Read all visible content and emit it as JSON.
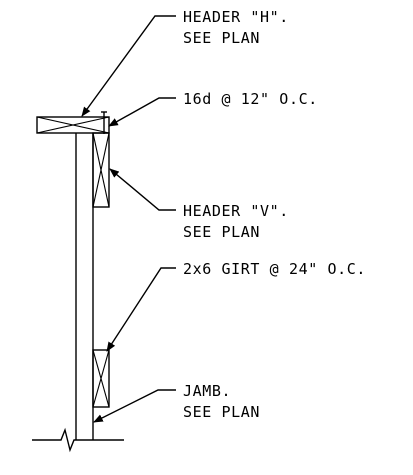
{
  "callouts": {
    "header_h": {
      "line1": "HEADER \"H\".",
      "line2": "SEE PLAN"
    },
    "nailing": {
      "line1": "16d @ 12\" O.C."
    },
    "header_v": {
      "line1": "HEADER \"V\".",
      "line2": "SEE PLAN"
    },
    "girt": {
      "line1": "2x6 GIRT @ 24\" O.C."
    },
    "jamb": {
      "line1": "JAMB.",
      "line2": "SEE PLAN"
    }
  }
}
